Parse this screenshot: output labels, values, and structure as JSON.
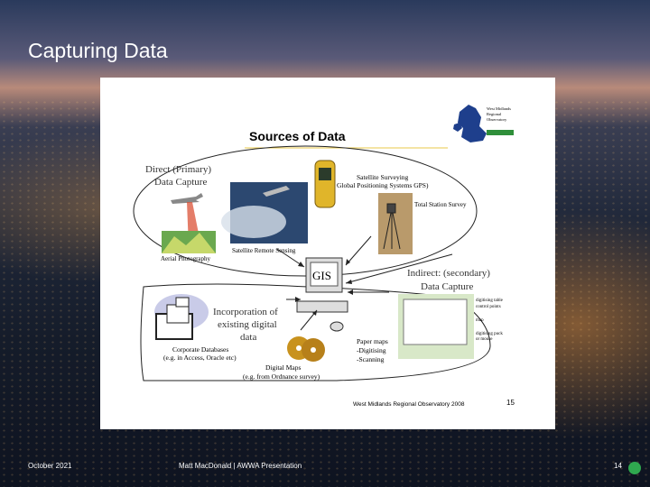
{
  "slide_title": "Capturing Data",
  "inner_slide": {
    "heading": "Sources of Data",
    "logo_text": [
      "West Midlands",
      "Regional",
      "Observatory"
    ],
    "direct_label": [
      "Direct (Primary)",
      "Data Capture"
    ],
    "indirect_label": [
      "Indirect: (secondary)",
      "Data Capture"
    ],
    "satellite_surveying": [
      "Satellite Surveying",
      "Global Positioning Systems GPS)"
    ],
    "total_station": "Total Station Survey",
    "aerial_photography": "Aerial Photography",
    "satellite_remote_sensing": "Satellite Remote Sensing",
    "gis": "GIS",
    "incorporation": [
      "Incorporation of",
      "existing digital",
      "data"
    ],
    "corporate_db": [
      "Corporate Databases",
      "(e.g. in Access, Oracle etc)"
    ],
    "digital_maps": [
      "Digital Maps",
      "(e.g. from Ordnance survey)"
    ],
    "paper_maps": [
      "Paper maps",
      "-Digitising",
      "-Scanning"
    ],
    "digitising_labels": [
      "digitising table",
      "control points",
      "map",
      "digitising puck",
      "or mouse"
    ],
    "source_note": "West Midlands Regional Observatory 2008",
    "page_number": "15"
  },
  "footer": {
    "date": "October 2021",
    "presenter": "Matt MacDonald | AWWA Presentation",
    "page": "14"
  },
  "colors": {
    "accent_dot": "#2fa84f"
  }
}
